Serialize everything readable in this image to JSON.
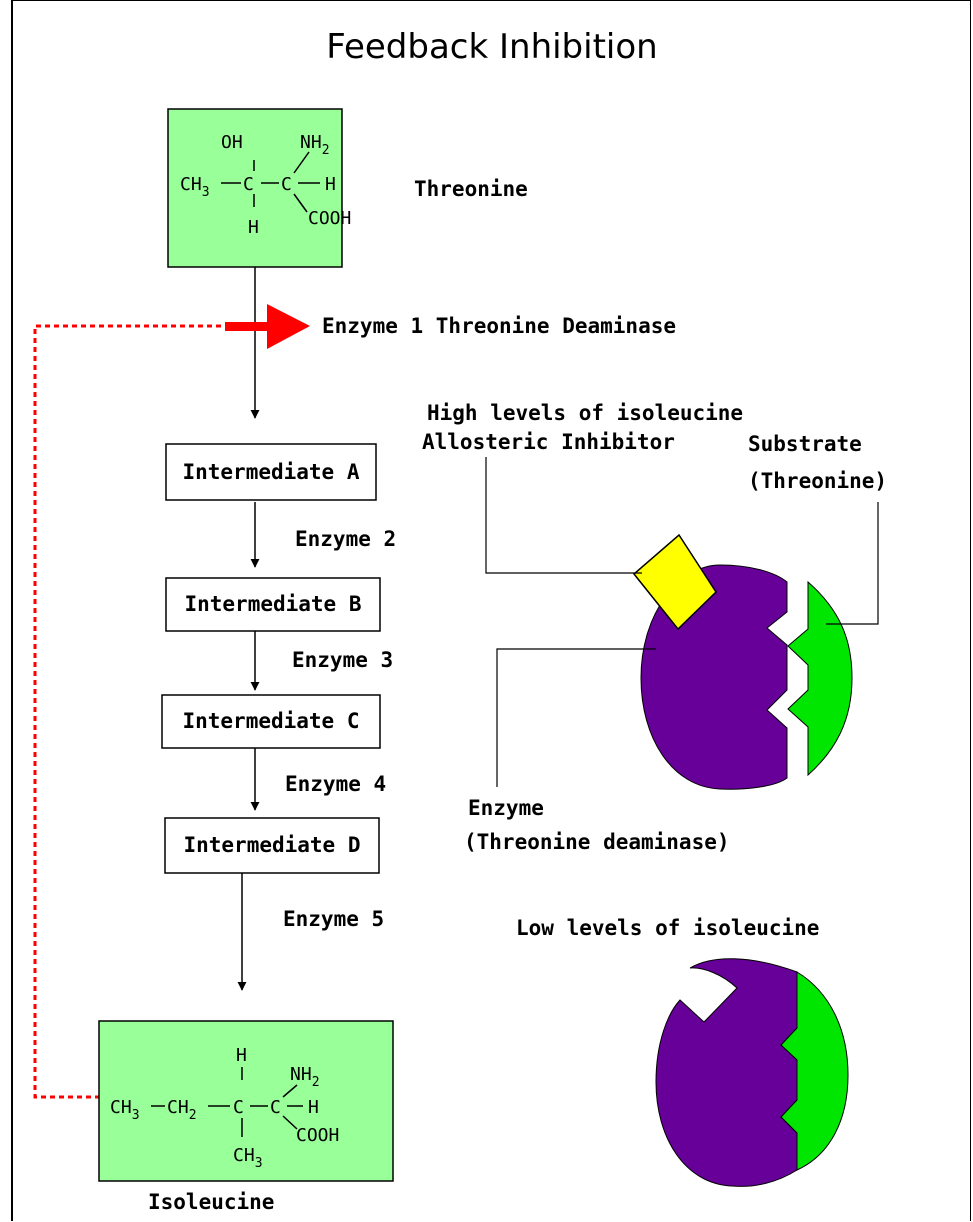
{
  "title": "Feedback Inhibition",
  "threonine": {
    "name": "Threonine",
    "formula": {
      "oh": "OH",
      "nh": "NH",
      "nh_sub": "2",
      "ch": "CH",
      "ch_sub": "3",
      "c1": "C",
      "c2": "C",
      "h_right": "H",
      "h_bottom": "H",
      "cooh": "COOH"
    }
  },
  "enzyme1_label": "Enzyme 1 Threonine Deaminase",
  "intermediates": [
    "Intermediate A",
    "Intermediate B",
    "Intermediate C",
    "Intermediate D"
  ],
  "enzymes": [
    "Enzyme 2",
    "Enzyme 3",
    "Enzyme 4",
    "Enzyme 5"
  ],
  "isoleucine": {
    "name": "Isoleucine",
    "formula": {
      "h_top": "H",
      "nh": "NH",
      "nh_sub": "2",
      "ch_a": "CH",
      "ch_a_sub": "3",
      "ch_b": "CH",
      "ch_b_sub": "2",
      "c1": "C",
      "c2": "C",
      "h_right": "H",
      "ch_bottom": "CH",
      "ch_bottom_sub": "3",
      "cooh": "COOH"
    }
  },
  "high_levels": {
    "line1": "High levels of isoleucine",
    "line2": "Allosteric Inhibitor"
  },
  "substrate": {
    "line1": "Substrate",
    "line2": "(Threonine)"
  },
  "enzyme_label": {
    "line1": "Enzyme",
    "line2": "(Threonine deaminase)"
  },
  "low_levels": "Low levels of isoleucine",
  "colors": {
    "molecule_box": "#99ff99",
    "enzyme": "#660099",
    "substrate": "#00e600",
    "inhibitor": "#ffff00",
    "feedback": "#ff0000"
  }
}
